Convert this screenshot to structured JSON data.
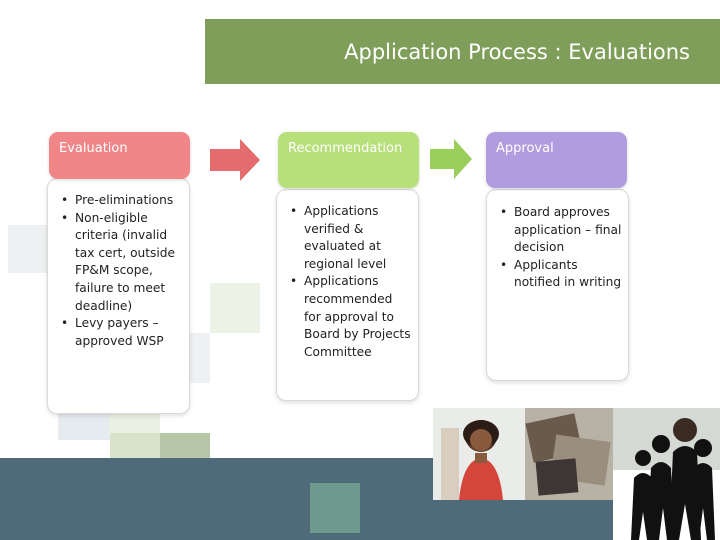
{
  "slide": {
    "title": "Application Process : Evaluations"
  },
  "stages": [
    {
      "header": "Evaluation",
      "header_color": "#f08688",
      "items": [
        "Pre-eliminations",
        "Non-eligible criteria (invalid tax cert, outside FP&M scope, failure to meet deadline)",
        "Levy payers – approved WSP"
      ]
    },
    {
      "header": "Recommendation",
      "header_color": "#b7e07a",
      "items": [
        "Applications verified & evaluated at regional level",
        "Applications recommended for approval to Board by Projects Committee"
      ]
    },
    {
      "header": "Approval",
      "header_color": "#b29ce0",
      "items": [
        "Board approves application – final decision",
        "Applicants notified in writing"
      ]
    }
  ],
  "arrows": [
    {
      "icon": "right-arrow-icon",
      "color": "#e46c6c"
    },
    {
      "icon": "right-arrow-icon",
      "color": "#9bcf5b"
    }
  ],
  "colors": {
    "title_bar": "#7e9e5a",
    "footer_band": "#4f6a78"
  },
  "images": [
    "people-photo-strip"
  ]
}
